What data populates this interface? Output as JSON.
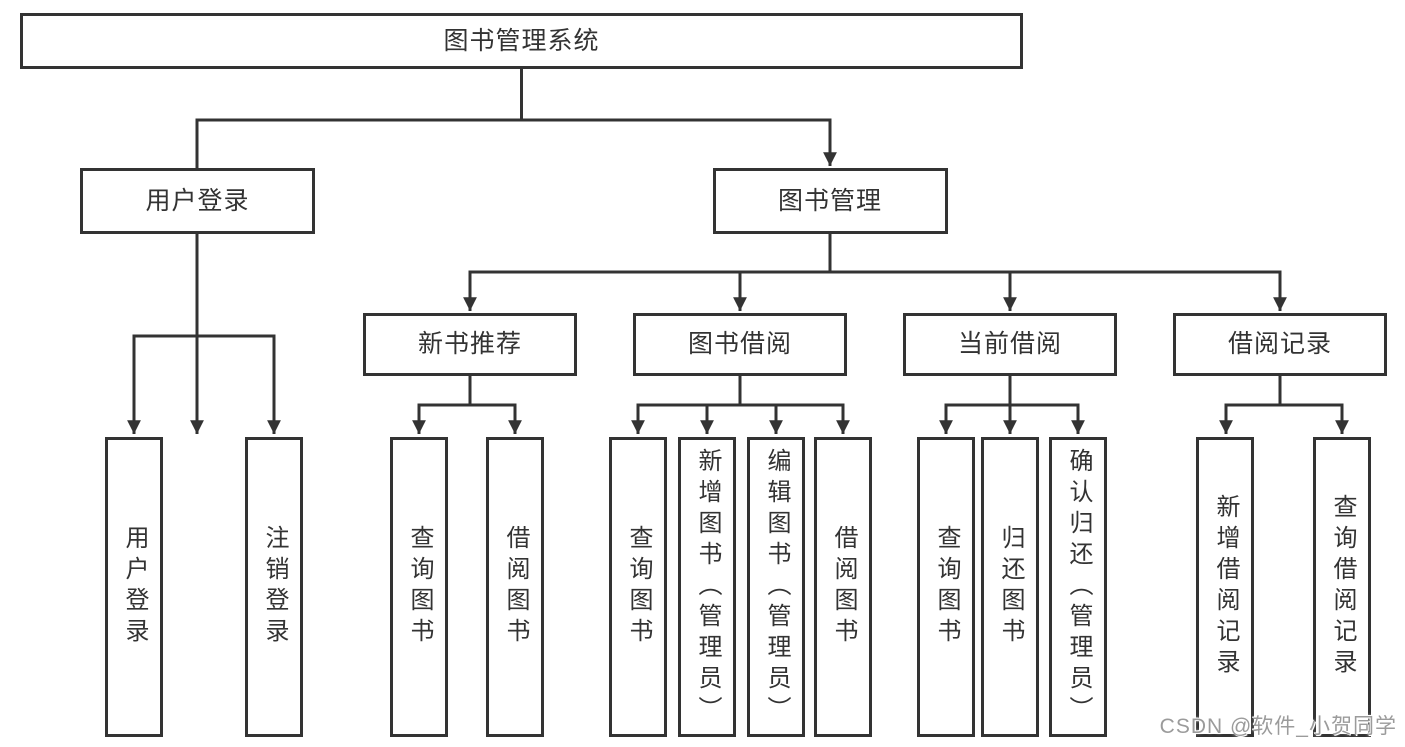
{
  "tree": {
    "root": {
      "label": "图书管理系统"
    },
    "branches": [
      {
        "label": "用户登录",
        "children": [
          {
            "label": "用户登录"
          },
          {
            "label": "注销登录"
          }
        ]
      },
      {
        "label": "图书管理",
        "children": [
          {
            "label": "新书推荐",
            "children": [
              {
                "label": "查询图书"
              },
              {
                "label": "借阅图书"
              }
            ]
          },
          {
            "label": "图书借阅",
            "children": [
              {
                "label": "查询图书"
              },
              {
                "label": "新增图书（管理员）"
              },
              {
                "label": "编辑图书（管理员）"
              },
              {
                "label": "借阅图书"
              }
            ]
          },
          {
            "label": "当前借阅",
            "children": [
              {
                "label": "查询图书"
              },
              {
                "label": "归还图书"
              },
              {
                "label": "确认归还（管理员）"
              }
            ]
          },
          {
            "label": "借阅记录",
            "children": [
              {
                "label": "新增借阅记录"
              },
              {
                "label": "查询借阅记录"
              }
            ]
          }
        ]
      }
    ]
  },
  "watermark": {
    "text": "CSDN @软件_小贺同学"
  },
  "colors": {
    "line": "#333333",
    "box_border": "#333333",
    "box_fill": "#ffffff",
    "text": "#333333",
    "background": "#ffffff",
    "watermark_text": "#9b9b9b"
  }
}
